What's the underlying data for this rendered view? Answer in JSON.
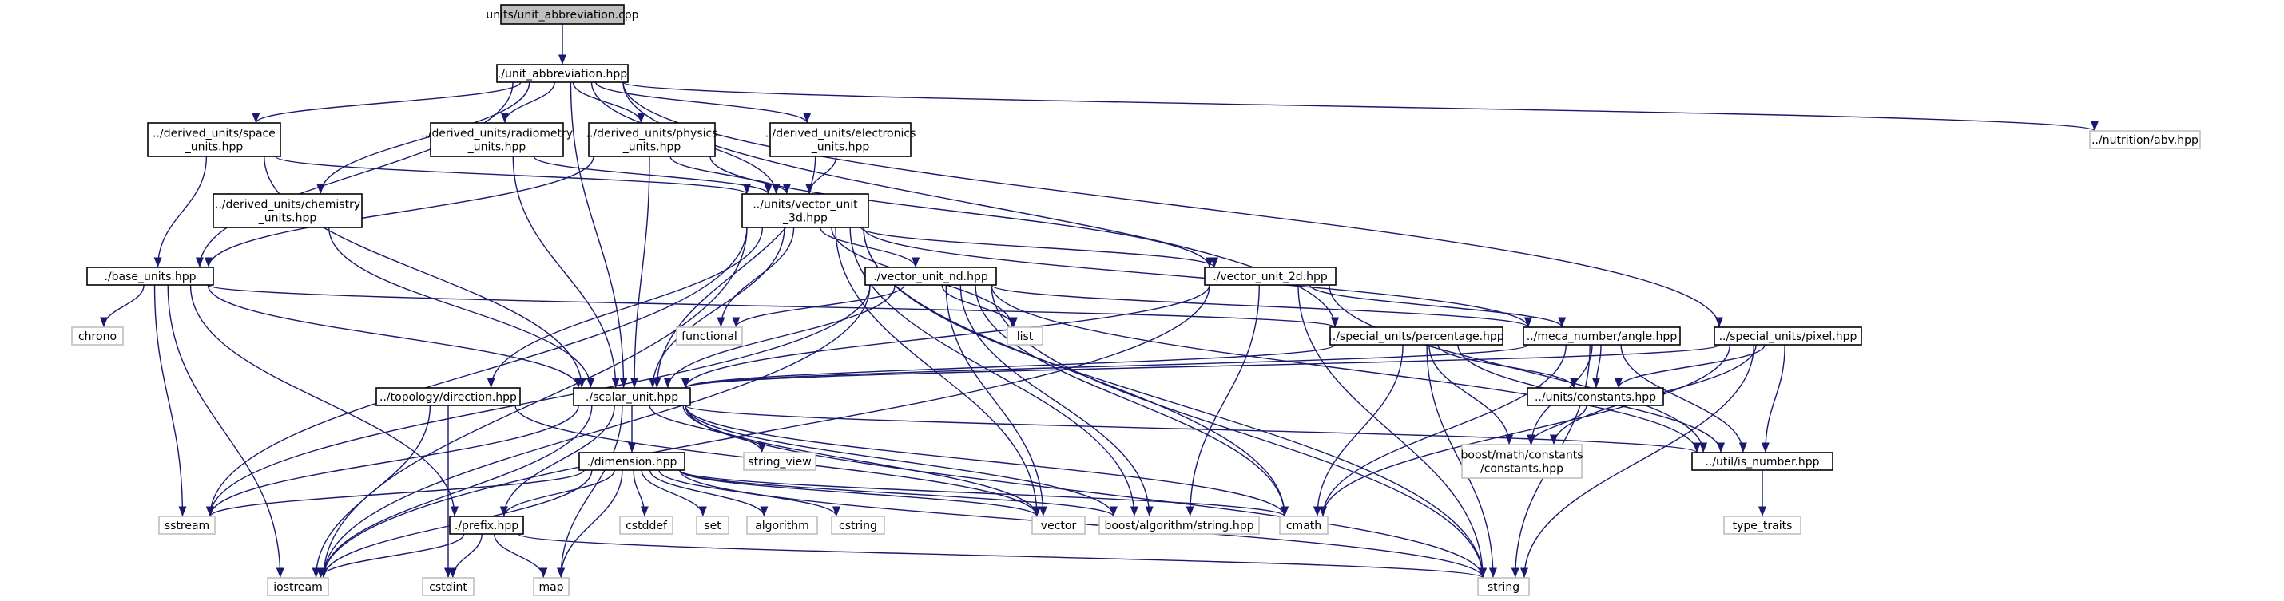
{
  "diagram": {
    "nodes": [
      {
        "id": "root",
        "kind": "root",
        "lines": [
          "units/unit_abbreviation.cpp"
        ]
      },
      {
        "id": "ua",
        "kind": "local",
        "lines": [
          "./unit_abbreviation.hpp"
        ]
      },
      {
        "id": "nutr",
        "kind": "system",
        "lines": [
          "../nutrition/abv.hpp"
        ]
      },
      {
        "id": "space",
        "kind": "local",
        "lines": [
          "../derived_units/space",
          "_units.hpp"
        ]
      },
      {
        "id": "radio",
        "kind": "local",
        "lines": [
          "../derived_units/radiometry",
          "_units.hpp"
        ]
      },
      {
        "id": "phys",
        "kind": "local",
        "lines": [
          "../derived_units/physics",
          "_units.hpp"
        ]
      },
      {
        "id": "elec",
        "kind": "local",
        "lines": [
          "../derived_units/electronics",
          "_units.hpp"
        ]
      },
      {
        "id": "chem",
        "kind": "local",
        "lines": [
          "../derived_units/chemistry",
          "_units.hpp"
        ]
      },
      {
        "id": "v3d",
        "kind": "local",
        "lines": [
          "../units/vector_unit",
          "_3d.hpp"
        ]
      },
      {
        "id": "base",
        "kind": "local",
        "lines": [
          "./base_units.hpp"
        ]
      },
      {
        "id": "vnd",
        "kind": "local",
        "lines": [
          "./vector_unit_nd.hpp"
        ]
      },
      {
        "id": "v2d",
        "kind": "local",
        "lines": [
          "./vector_unit_2d.hpp"
        ]
      },
      {
        "id": "chrono",
        "kind": "system",
        "lines": [
          "chrono"
        ]
      },
      {
        "id": "functional",
        "kind": "system",
        "lines": [
          "functional"
        ]
      },
      {
        "id": "list",
        "kind": "system",
        "lines": [
          "list"
        ]
      },
      {
        "id": "pct",
        "kind": "local",
        "lines": [
          "../special_units/percentage.hpp"
        ]
      },
      {
        "id": "angle",
        "kind": "local",
        "lines": [
          "../meca_number/angle.hpp"
        ]
      },
      {
        "id": "pixel",
        "kind": "local",
        "lines": [
          "../special_units/pixel.hpp"
        ]
      },
      {
        "id": "dir",
        "kind": "local",
        "lines": [
          "../topology/direction.hpp"
        ]
      },
      {
        "id": "scalar",
        "kind": "local",
        "lines": [
          "./scalar_unit.hpp"
        ]
      },
      {
        "id": "const",
        "kind": "local",
        "lines": [
          "../units/constants.hpp"
        ]
      },
      {
        "id": "string_view",
        "kind": "system",
        "lines": [
          "string_view"
        ]
      },
      {
        "id": "boostconst",
        "kind": "system",
        "lines": [
          "boost/math/constants",
          "/constants.hpp"
        ]
      },
      {
        "id": "isnum",
        "kind": "local",
        "lines": [
          "../util/is_number.hpp"
        ]
      },
      {
        "id": "dim",
        "kind": "local",
        "lines": [
          "./dimension.hpp"
        ]
      },
      {
        "id": "sstream",
        "kind": "system",
        "lines": [
          "sstream"
        ]
      },
      {
        "id": "prefix",
        "kind": "local",
        "lines": [
          "./prefix.hpp"
        ]
      },
      {
        "id": "cstddef",
        "kind": "system",
        "lines": [
          "cstddef"
        ]
      },
      {
        "id": "set",
        "kind": "system",
        "lines": [
          "set"
        ]
      },
      {
        "id": "algorithm",
        "kind": "system",
        "lines": [
          "algorithm"
        ]
      },
      {
        "id": "cstring",
        "kind": "system",
        "lines": [
          "cstring"
        ]
      },
      {
        "id": "vector",
        "kind": "system",
        "lines": [
          "vector"
        ]
      },
      {
        "id": "boostalgo",
        "kind": "system",
        "lines": [
          "boost/algorithm/string.hpp"
        ]
      },
      {
        "id": "cmath",
        "kind": "system",
        "lines": [
          "cmath"
        ]
      },
      {
        "id": "type_traits",
        "kind": "system",
        "lines": [
          "type_traits"
        ]
      },
      {
        "id": "iostream",
        "kind": "system",
        "lines": [
          "iostream"
        ]
      },
      {
        "id": "cstdint",
        "kind": "system",
        "lines": [
          "cstdint"
        ]
      },
      {
        "id": "map",
        "kind": "system",
        "lines": [
          "map"
        ]
      },
      {
        "id": "string",
        "kind": "system",
        "lines": [
          "string"
        ]
      }
    ],
    "edges": [
      [
        "root",
        "ua"
      ],
      [
        "ua",
        "nutr"
      ],
      [
        "ua",
        "space"
      ],
      [
        "ua",
        "radio"
      ],
      [
        "ua",
        "phys"
      ],
      [
        "ua",
        "elec"
      ],
      [
        "ua",
        "chem"
      ],
      [
        "ua",
        "base"
      ],
      [
        "ua",
        "scalar"
      ],
      [
        "ua",
        "v3d"
      ],
      [
        "ua",
        "pct"
      ],
      [
        "ua",
        "pixel"
      ],
      [
        "space",
        "base"
      ],
      [
        "space",
        "v3d"
      ],
      [
        "space",
        "scalar"
      ],
      [
        "radio",
        "v3d"
      ],
      [
        "radio",
        "scalar"
      ],
      [
        "phys",
        "v3d"
      ],
      [
        "phys",
        "base"
      ],
      [
        "phys",
        "scalar"
      ],
      [
        "phys",
        "v2d"
      ],
      [
        "elec",
        "v3d"
      ],
      [
        "elec",
        "scalar"
      ],
      [
        "chem",
        "scalar"
      ],
      [
        "v3d",
        "vnd"
      ],
      [
        "v3d",
        "v2d"
      ],
      [
        "v3d",
        "functional"
      ],
      [
        "v3d",
        "list"
      ],
      [
        "v3d",
        "scalar"
      ],
      [
        "v3d",
        "dir"
      ],
      [
        "v3d",
        "angle"
      ],
      [
        "v3d",
        "sstream"
      ],
      [
        "v3d",
        "vector"
      ],
      [
        "v3d",
        "cmath"
      ],
      [
        "v3d",
        "iostream"
      ],
      [
        "v3d",
        "boostalgo"
      ],
      [
        "v3d",
        "string"
      ],
      [
        "base",
        "chrono"
      ],
      [
        "base",
        "scalar"
      ],
      [
        "base",
        "pct"
      ],
      [
        "base",
        "sstream"
      ],
      [
        "base",
        "prefix"
      ],
      [
        "base",
        "iostream"
      ],
      [
        "vnd",
        "functional"
      ],
      [
        "vnd",
        "list"
      ],
      [
        "vnd",
        "scalar"
      ],
      [
        "vnd",
        "angle"
      ],
      [
        "vnd",
        "vector"
      ],
      [
        "vnd",
        "cmath"
      ],
      [
        "vnd",
        "boostalgo"
      ],
      [
        "vnd",
        "sstream"
      ],
      [
        "vnd",
        "isnum"
      ],
      [
        "vnd",
        "iostream"
      ],
      [
        "vnd",
        "string"
      ],
      [
        "v2d",
        "scalar"
      ],
      [
        "v2d",
        "angle"
      ],
      [
        "v2d",
        "boostalgo"
      ],
      [
        "v2d",
        "isnum"
      ],
      [
        "v2d",
        "string"
      ],
      [
        "v2d",
        "iostream"
      ],
      [
        "pct",
        "scalar"
      ],
      [
        "pct",
        "const"
      ],
      [
        "pct",
        "boostconst"
      ],
      [
        "pct",
        "isnum"
      ],
      [
        "pct",
        "cmath"
      ],
      [
        "pct",
        "string"
      ],
      [
        "angle",
        "scalar"
      ],
      [
        "angle",
        "const"
      ],
      [
        "angle",
        "boostconst"
      ],
      [
        "angle",
        "isnum"
      ],
      [
        "angle",
        "cmath"
      ],
      [
        "angle",
        "string"
      ],
      [
        "pixel",
        "scalar"
      ],
      [
        "pixel",
        "const"
      ],
      [
        "pixel",
        "isnum"
      ],
      [
        "pixel",
        "boostconst"
      ],
      [
        "pixel",
        "cmath"
      ],
      [
        "pixel",
        "string"
      ],
      [
        "dir",
        "iostream"
      ],
      [
        "dir",
        "cstdint"
      ],
      [
        "dir",
        "vector"
      ],
      [
        "scalar",
        "dim"
      ],
      [
        "scalar",
        "string_view"
      ],
      [
        "scalar",
        "prefix"
      ],
      [
        "scalar",
        "isnum"
      ],
      [
        "scalar",
        "sstream"
      ],
      [
        "scalar",
        "iostream"
      ],
      [
        "scalar",
        "map"
      ],
      [
        "scalar",
        "cmath"
      ],
      [
        "scalar",
        "vector"
      ],
      [
        "scalar",
        "string"
      ],
      [
        "scalar",
        "boostalgo"
      ],
      [
        "const",
        "boostconst"
      ],
      [
        "isnum",
        "type_traits"
      ],
      [
        "dim",
        "sstream"
      ],
      [
        "dim",
        "prefix"
      ],
      [
        "dim",
        "cstddef"
      ],
      [
        "dim",
        "set"
      ],
      [
        "dim",
        "algorithm"
      ],
      [
        "dim",
        "cstring"
      ],
      [
        "dim",
        "vector"
      ],
      [
        "dim",
        "boostalgo"
      ],
      [
        "dim",
        "cmath"
      ],
      [
        "dim",
        "iostream"
      ],
      [
        "dim",
        "map"
      ],
      [
        "dim",
        "string"
      ],
      [
        "prefix",
        "iostream"
      ],
      [
        "prefix",
        "cstdint"
      ],
      [
        "prefix",
        "map"
      ],
      [
        "prefix",
        "string"
      ]
    ],
    "colors": {
      "edge": "#191970",
      "root_fill": "#bfbfbf",
      "local_border": "#000000",
      "system_border": "#bfbfbf"
    }
  }
}
